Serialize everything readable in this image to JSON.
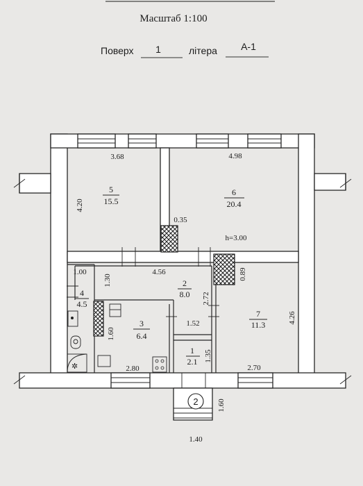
{
  "header": {
    "scale": "Масштаб 1:100",
    "floor_label": "Поверх",
    "floor_value": "1",
    "letter_label": "літера",
    "letter_value": "А-1"
  },
  "rooms": [
    {
      "num": "5",
      "area": "15.5"
    },
    {
      "num": "6",
      "area": "20.4"
    },
    {
      "num": "2",
      "area": "8.0"
    },
    {
      "num": "4",
      "area": "4.5"
    },
    {
      "num": "3",
      "area": "6.4"
    },
    {
      "num": "7",
      "area": "11.3"
    },
    {
      "num": "1",
      "area": "2.1"
    }
  ],
  "dimensions": {
    "d_368": "3.68",
    "d_498": "4.98",
    "d_420": "4.20",
    "d_035": "0.35",
    "height": "h=3.00",
    "d_100": "1.00",
    "d_130": "1.30",
    "d_456": "4.56",
    "d_089": "0.89",
    "d_272": "2.72",
    "d_426": "4.26",
    "d_160a": "1.60",
    "d_152": "1.52",
    "d_135": "1.35",
    "d_280": "2.80",
    "d_270": "2.70",
    "d_160b": "1.60",
    "d_140": "1.40"
  },
  "entrance": {
    "number": "2"
  }
}
